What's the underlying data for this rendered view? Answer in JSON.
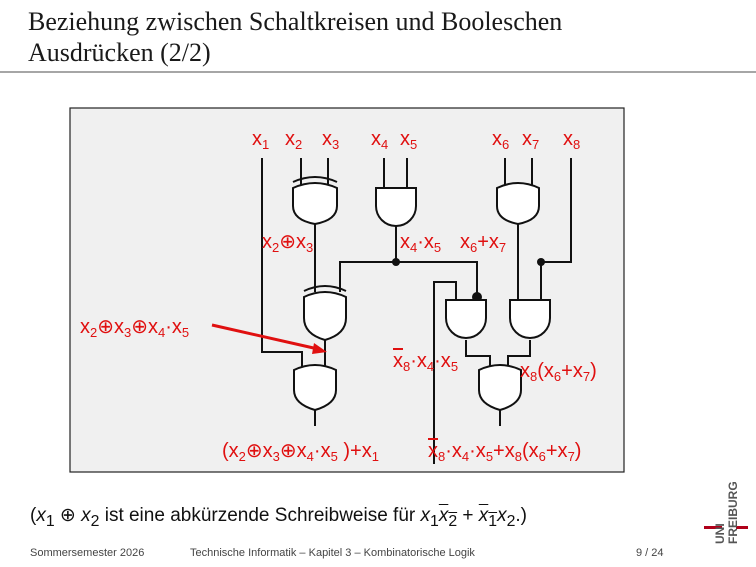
{
  "slide": {
    "title_line1": "Beziehung zwischen Schaltkreisen und Booleschen",
    "title_line2": "Ausdrücken (2/2)"
  },
  "diagram": {
    "inputs": [
      "x1",
      "x2",
      "x3",
      "x4",
      "x5",
      "x6",
      "x7",
      "x8"
    ],
    "labels": {
      "xor23": "x2⊕x3",
      "and45": "x4·x5",
      "or67": "x6+x7",
      "xor2345": "x2⊕x3⊕x4·x5",
      "and_not8": "x8·x4·x5",
      "and8_or67": "x8(x6+x7)",
      "out1": "(x2⊕x3⊕x4·x5 )+x1",
      "out2": "x8·x4·x5+x8(x6+x7)"
    },
    "colors": {
      "label": "#e01010",
      "wire": "#111111",
      "panel": "#f0f0f0"
    }
  },
  "note": {
    "prefix": "(x1 ⊕ x2",
    "text": " ist eine abkürzende Schreibweise für ",
    "formula": "x1 x2 + x1 x2."
  },
  "footer": {
    "semester": "Sommersemester 2026",
    "course": "Technische Informatik – Kapitel 3 – Kombinatorische Logik",
    "page": "9 / 24"
  },
  "logo": {
    "text": "UNI FREIBURG"
  }
}
